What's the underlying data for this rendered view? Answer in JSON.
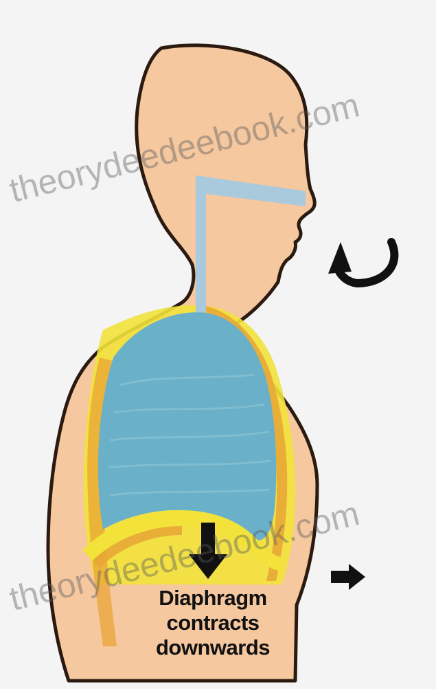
{
  "caption": {
    "line1": "Diaphragm",
    "line2": "contracts",
    "line3": "downwards"
  },
  "watermark": {
    "text": "theorydeedeebook.com"
  },
  "colors": {
    "skin": "#f5c8a0",
    "outline": "#2a1a10",
    "airway": "#a9c9dc",
    "lung": "#6ab0c8",
    "pleura_yellow": "#f2e23a",
    "rib_orange": "#e8a536",
    "arrow": "#111111",
    "background": "#f4f4f4"
  },
  "icons": [
    "curved-arrow-icon",
    "down-arrow-icon",
    "right-arrow-icon"
  ]
}
